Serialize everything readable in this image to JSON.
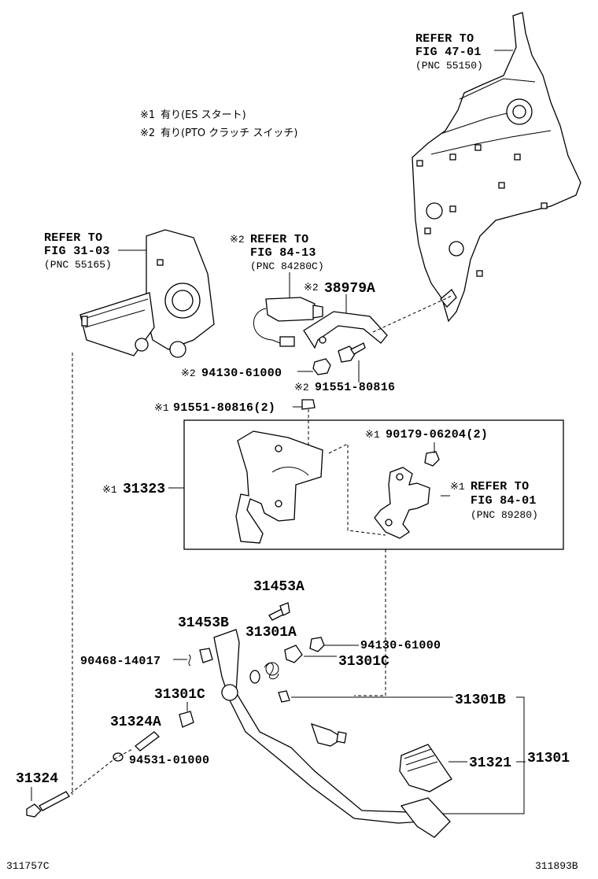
{
  "notes": [
    {
      "mark": "※1",
      "text": "有り(ES スタート)"
    },
    {
      "mark": "※2",
      "text": "有り(PTO クラッチ スイッチ)"
    }
  ],
  "refs": {
    "fig4701": {
      "line1": "REFER TO",
      "line2": "FIG 47-01",
      "line3": "(PNC 55150)"
    },
    "fig3103": {
      "line1": "REFER TO",
      "line2": "FIG 31-03",
      "line3": "(PNC 55165)"
    },
    "fig8413": {
      "mark": "※2",
      "line1": "REFER TO",
      "line2": "FIG 84-13",
      "line3": "(PNC 84280C)"
    },
    "fig8401": {
      "mark": "※1",
      "line1": "REFER TO",
      "line2": "FIG 84-01",
      "line3": "(PNC 89280)"
    }
  },
  "labels": {
    "p38979A": {
      "mark": "※2",
      "text": "38979A"
    },
    "p94130a": {
      "mark": "※2",
      "text": "94130-61000"
    },
    "p91551a": {
      "mark": "※2",
      "text": "91551-80816"
    },
    "p91551b": {
      "mark": "※1",
      "text": "91551-80816(2)"
    },
    "p90179": {
      "mark": "※1",
      "text": "90179-06204(2)"
    },
    "p31323": {
      "mark": "※1",
      "text": "31323"
    },
    "p31453A": "31453A",
    "p31453B": "31453B",
    "p31301A": "31301A",
    "p94130b": "94130-61000",
    "p90468": "90468-14017",
    "p31301C_r": "31301C",
    "p31301C_l": "31301C",
    "p31301B": "31301B",
    "p31324A": "31324A",
    "p94531": "94531-01000",
    "p31321": "31321",
    "p31301": "31301",
    "p31324": "31324"
  },
  "footer": {
    "left": "311757C",
    "right": "311893B"
  }
}
